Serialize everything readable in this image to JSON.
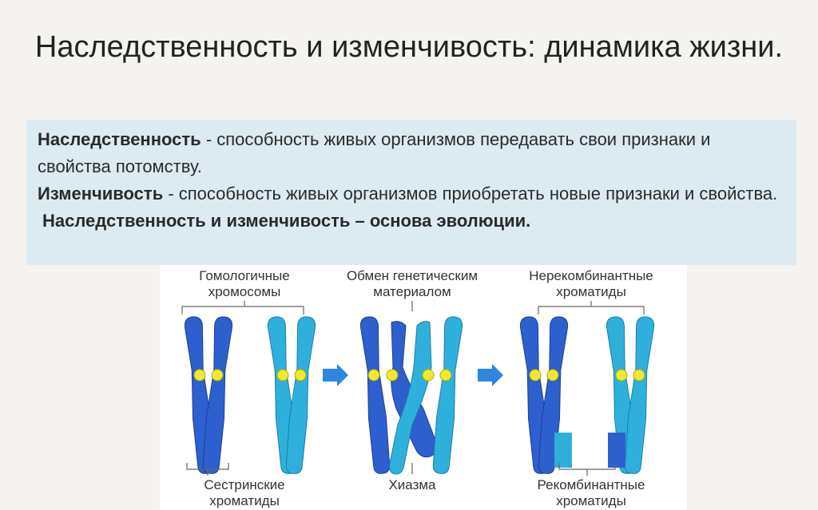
{
  "title": "Наследственность и изменчивость: динамика жизни.",
  "definitions": {
    "heredity_term": "Наследственность",
    "heredity_text": " -  способность живых организмов передавать свои признаки и свойства потомству.",
    "variability_term": "Изменчивость",
    "variability_text": " - способность живых организмов приобретать новые признаки и свойства.",
    "conclusion": "Наследственность и изменчивость – основа эволюции."
  },
  "diagram": {
    "labels": {
      "homologous_line1": "Гомологичные",
      "homologous_line2": "хромосомы",
      "exchange_line1": "Обмен генетическим",
      "exchange_line2": "материалом",
      "nonrecomb_line1": "Нерекомбинантные",
      "nonrecomb_line2": "хроматиды",
      "sister_line1": "Сестринские",
      "sister_line2": "хроматиды",
      "chiasma": "Хиазма",
      "recomb_line1": "Рекомбинантные",
      "recomb_line2": "хроматиды"
    },
    "colors": {
      "dark_chromosome": "#2e5fcf",
      "light_chromosome": "#2fb0dc",
      "centromere": "#f2ea2a",
      "arrow": "#2f86e0"
    }
  }
}
